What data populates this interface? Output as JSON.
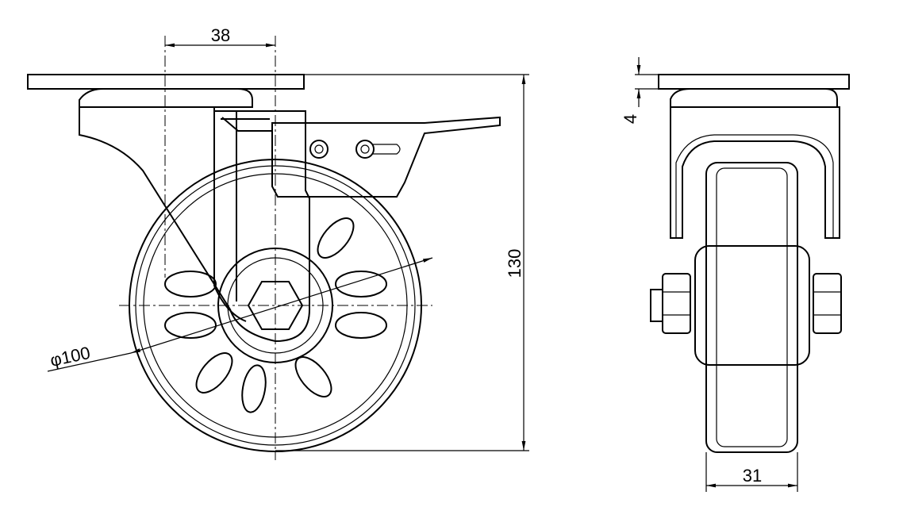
{
  "drawing": {
    "title": "Swivel caster with brake",
    "dimensions": {
      "offset": "38",
      "plate_thickness": "4",
      "height": "130",
      "wheel_diameter": "φ100",
      "wheel_width": "31"
    },
    "colors": {
      "line": "#000000",
      "background": "#ffffff"
    }
  }
}
